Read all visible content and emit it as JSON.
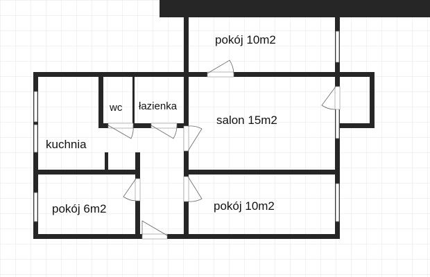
{
  "rooms": {
    "pokoj_top": "pokój 10m2",
    "wc": "wc",
    "lazienka": "łazienka",
    "salon": "salon 15m2",
    "kuchnia": "kuchnia",
    "pokoj_6": "pokój 6m2",
    "pokoj_bottom": "pokój 10m2"
  },
  "colors": {
    "wall": "#262626",
    "grid": "#e6e6e6"
  }
}
